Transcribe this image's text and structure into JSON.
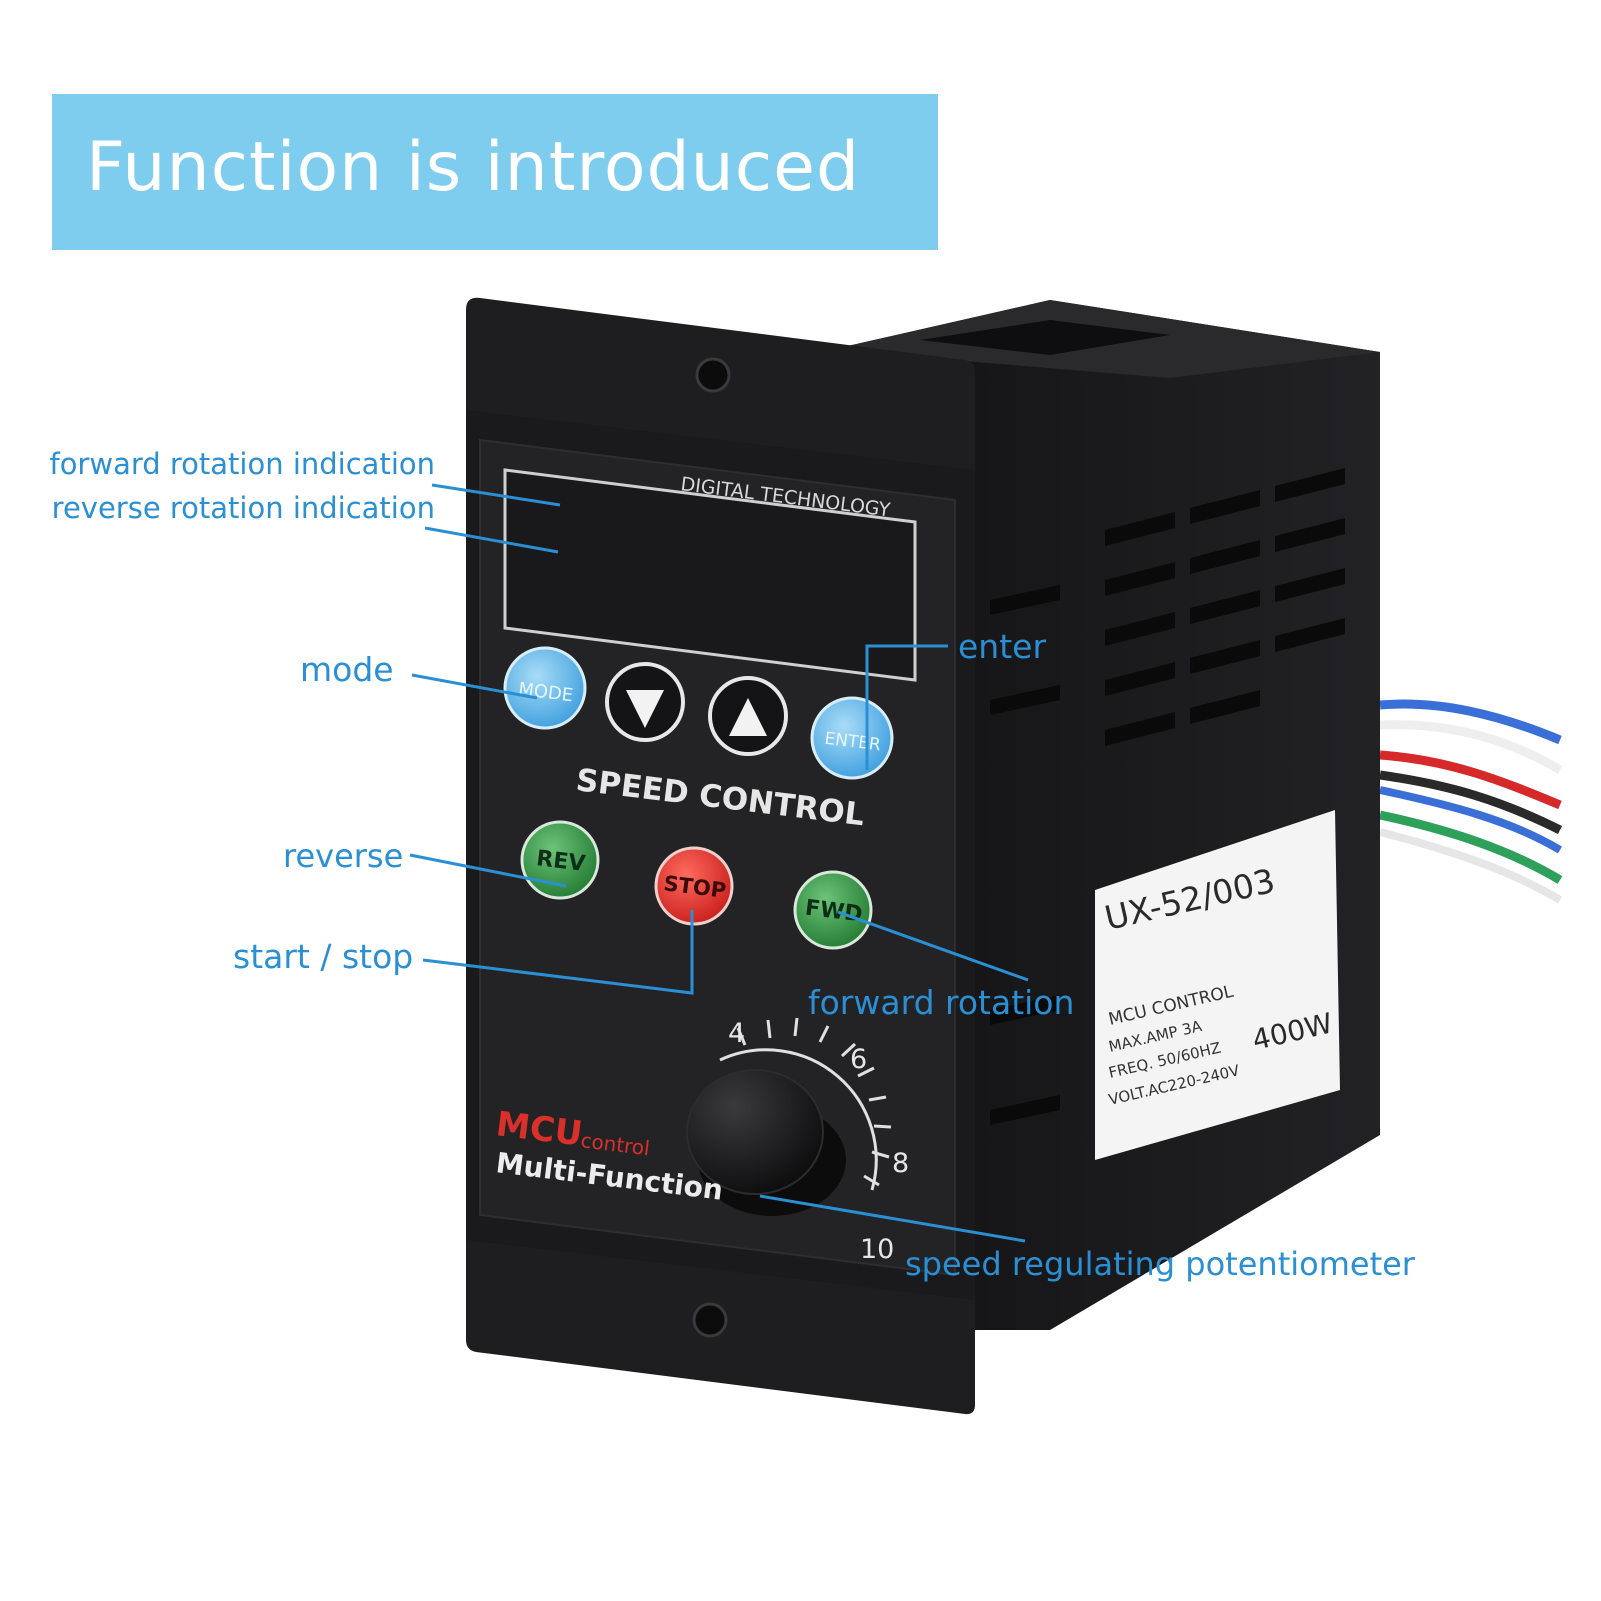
{
  "banner": {
    "title": "Function is introduced"
  },
  "device": {
    "display_label": "DIGITAL TECHNOLOGY",
    "panel_title": "SPEED CONTROL",
    "brand": "MCU",
    "brand_sub": "control",
    "tagline": "Multi-Function",
    "buttons": [
      {
        "label": "MODE",
        "color": "#5fb6e9"
      },
      {
        "label": "down-arrow",
        "color": "#1a1a1a"
      },
      {
        "label": "up-arrow",
        "color": "#1a1a1a"
      },
      {
        "label": "ENTER",
        "color": "#5fb6e9"
      },
      {
        "label": "REV",
        "color": "#3a9a4a"
      },
      {
        "label": "STOP",
        "color": "#e8322f"
      },
      {
        "label": "FWD",
        "color": "#3a9a4a"
      }
    ],
    "dial": {
      "ticks": [
        "4",
        "6",
        "8",
        "10"
      ]
    },
    "sticker": {
      "model": "UX-52/003",
      "lines": [
        "MCU CONTROL",
        "MAX.AMP 3A",
        "FREQ. 50/60HZ",
        "VOLT.AC220-240V"
      ],
      "power": "400W"
    }
  },
  "callouts": {
    "forward_indication": "forward rotation indication",
    "reverse_indication": "reverse rotation indication",
    "mode": "mode",
    "enter": "enter",
    "reverse": "reverse",
    "start_stop": "start / stop",
    "forward_rotation": "forward rotation",
    "potentiometer": "speed regulating potentiometer"
  },
  "colors": {
    "banner": "#7fcdee",
    "callout": "#2b8fd3",
    "housing": "#1c1c1e"
  }
}
